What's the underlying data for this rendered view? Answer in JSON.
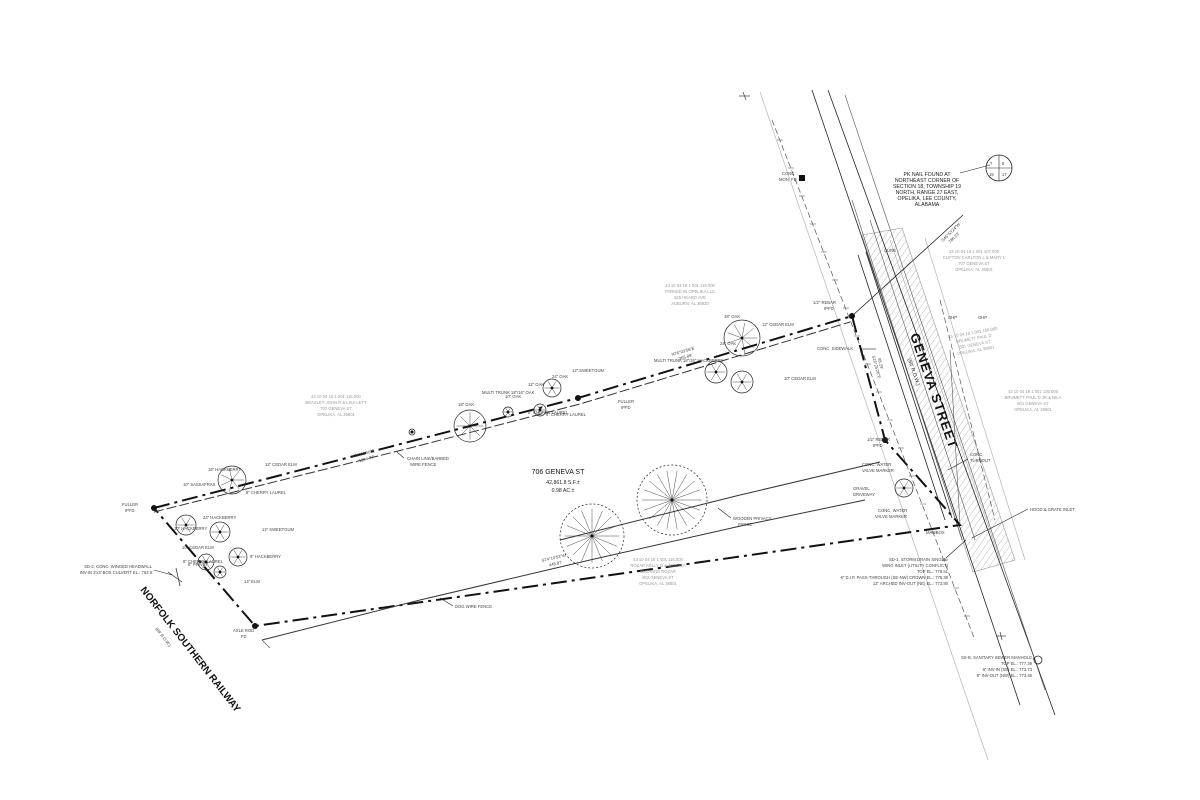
{
  "colors": {
    "ink": "#111111",
    "light_ink": "#9a9a9a",
    "hatch": "#bdbdbd"
  },
  "street": {
    "name": "GENEVA STREET",
    "row": "(60' R.O.W.)"
  },
  "railway": {
    "name": "NORFOLK SOUTHERN RAILWAY",
    "row": "(88' R.O.W.)"
  },
  "subject": {
    "address": "706 GENEVA ST",
    "area_sf": "42,861.8 S.F.±",
    "area_ac": "0.98 AC.±"
  },
  "corner_note": {
    "lines": [
      "PK NAIL FOUND AT",
      "NORTHEAST CORNER OF",
      "SECTION 18, TOWNSHIP 19",
      "NORTH, RANGE 27 EAST,",
      "OPELIKA, LEE COUNTY,",
      "ALABAMA"
    ]
  },
  "section_corner": {
    "nums": [
      "7",
      "8",
      "18",
      "17"
    ]
  },
  "bearings": {
    "tie": [
      "S45°53'24\"W",
      "786.23'"
    ],
    "north_line": [
      "N76°03'56\"E",
      "365.89'"
    ],
    "north_line_mid": [
      "N76°03'56\"E",
      "1294.77'"
    ],
    "south_line": [
      "S74°10'53\"W",
      "448.87'"
    ],
    "east_line": [
      "S16°25'26\"E",
      "85.29'"
    ]
  },
  "owners": [
    {
      "lines": [
        "43 10 04 18 1 001 116.000",
        "PARKED IN OPELIKA LLC",
        "525 HEARD AVE",
        "AUBURN, AL 36830"
      ]
    },
    {
      "lines": [
        "43 10 04 18 1 001 115.000",
        "BEASLEY JOHN R & LISA LETT",
        "702 GENEVA ST",
        "OPELIKA, AL 36801"
      ]
    },
    {
      "lines": [
        "43 10 04 18 1 001 118.000",
        "ROZAR KELLY D & JESSICA",
        "SUZANNE ROZAR",
        "802 GENEVA ST",
        "OPELIKA, AL 36801"
      ]
    },
    {
      "lines": [
        "43 10 04 18 1 001 107.000",
        "CLIFTON CARLTON L & MARY L",
        "707 GENEVA ST",
        "OPELIKA, AL 36801"
      ]
    },
    {
      "lines": [
        "43 10 04 18 1 001 106.000",
        "BRUMETT PAUL D",
        "801 GENEVA ST",
        "OPELIKA, AL 36801"
      ]
    },
    {
      "lines": [
        "43 10 04 18 1 001 105.000",
        "BRUMETT PAUL D JR & NILA",
        "801 GENEVA ST",
        "OPELIKA, AL 36801"
      ]
    }
  ],
  "labels": {
    "conc_mon": [
      "CONC.",
      "MON. FD"
    ],
    "rebar_north": [
      "1/2\" REBAR",
      "IPFD"
    ],
    "rebar_south": [
      "1/2\" REBAR",
      "IPFD"
    ],
    "fuller_mid": [
      "FULLER",
      "IPFD"
    ],
    "fuller_west": [
      "FULLER",
      "IPFD"
    ],
    "axle_rod": [
      "AXLE ROD",
      "FD"
    ],
    "conc_sidewalk": "CONC. SIDEWALK",
    "chain_link": [
      "CHAIN LINK/BARBED",
      "WIRE FENCE"
    ],
    "wooden_fence": [
      "WOODEN PRIVACY",
      "FENCE"
    ],
    "dog_fence": "DOG WIRE FENCE",
    "water_valve_1": [
      "CONC. WATER",
      "VALVE MARKER"
    ],
    "water_valve_2": [
      "CONC. WATER",
      "VALVE MARKER"
    ],
    "gravel_drive": [
      "GRAVEL",
      "DRIVEWAY"
    ],
    "conc_turnout": [
      "CONC.",
      "TURNOUT"
    ],
    "mailbox": "MAILBOX",
    "hood_grate": "HOOD & GRATE INLET",
    "ohp": "OHP",
    "curb": "CURB"
  },
  "sd1": {
    "lines": [
      "SD-1, STORM DRAIN SINGLE-",
      "WING INLET (UTILITY CONFLICT)",
      "TOP EL.: 778.51",
      "6\" D.I.P. PASS-THROUGH (SE-NW) CROWN EL.: 775.38",
      "13\" ARCHED INV-OUT (NE) EL.: 773.80"
    ]
  },
  "sd2": {
    "lines": [
      "SD-2, CONC. WINGED HEADWALL",
      "INV-IN 3'x3' BOX CULVERT EL.: 763.9"
    ]
  },
  "ss": {
    "lines": [
      "SS-B, SANITARY SEWER MANHOLE",
      "TOP EL.: 777.39",
      "8\" INV-IN (SE) EL.: 773.73",
      "8\" INV-OUT (NW) EL.: 773.45"
    ]
  },
  "trees": [
    "18\" OAK",
    "12\" CEDAR ELM",
    "24\" OAK",
    "MULTI TRUNK 18\"/16\" HACKBERRY",
    "10\" CEDAR ELM",
    "24\" OAK",
    "12\" OAK",
    "10\" OAK",
    "6\" CHERRY LAUREL",
    "12\" SWEETGUM",
    "18\" OAK",
    "MULTI TRUNK 18\"/16\" OAK",
    "8\" CHERRY LAUREL",
    "10\" SASSAFRAS",
    "16\" HACKBERRY",
    "12\" CEDAR ELM",
    "10\" HACKBERRY",
    "8\" CHERRY LAUREL",
    "24\" HACKBERRY",
    "10\" CEDAR ELM",
    "12\" SWEETGUM",
    "8\" PRIVET",
    "9\" HACKBERRY",
    "8\" CHERRY LAUREL",
    "14\" ELM"
  ]
}
